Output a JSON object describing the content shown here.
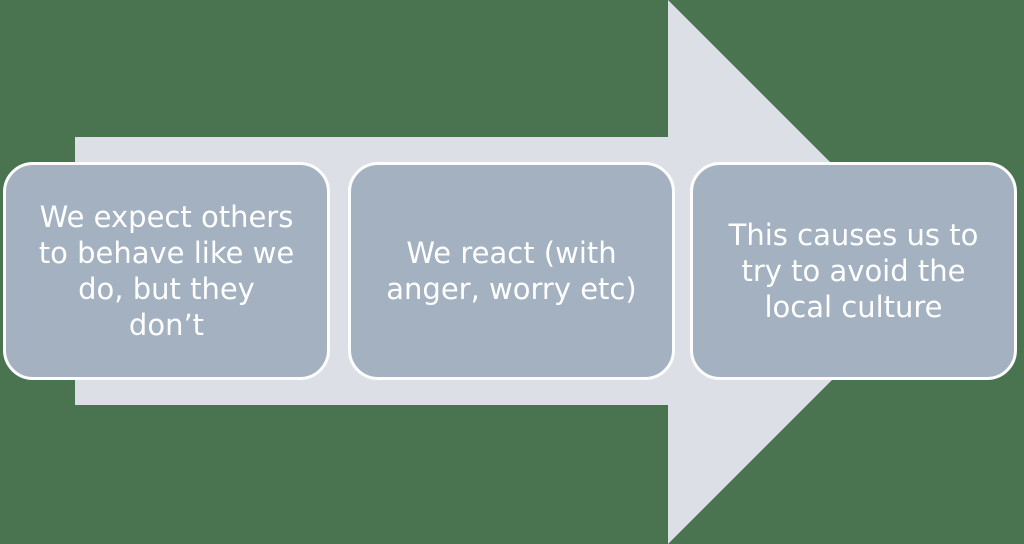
{
  "colors": {
    "background": "#4a7350",
    "arrow": "#dce0e6",
    "box": "#a3b1c0",
    "box_border": "#fdfdfd",
    "text": "#ffffff"
  },
  "diagram": {
    "type": "process-arrow-flow",
    "arrow_direction": "right",
    "steps": [
      {
        "lines": [
          "We expect others",
          "to behave like we",
          "do, but they",
          "don’t"
        ],
        "text": "We expect others to behave like we do, but they don’t"
      },
      {
        "lines": [
          "We react (with",
          "anger, worry etc)"
        ],
        "text": "We react (with anger, worry etc)"
      },
      {
        "lines": [
          "This causes us to",
          "try to avoid the",
          "local culture"
        ],
        "text": "This causes us to try to avoid the local culture"
      }
    ]
  }
}
